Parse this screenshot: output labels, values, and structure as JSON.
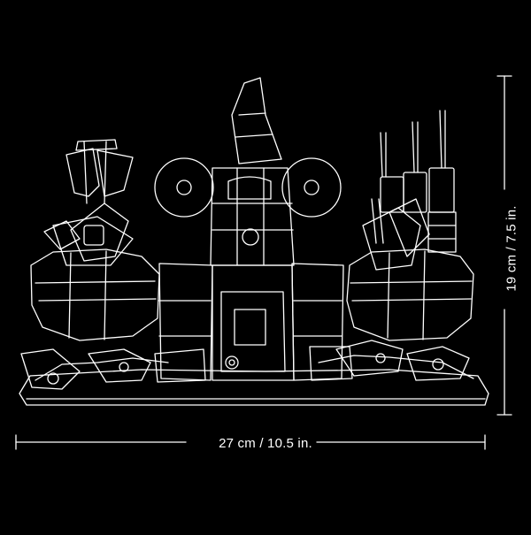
{
  "dimensions": {
    "width_label": "27 cm / 10.5 in.",
    "height_label": "19 cm / 7.5 in."
  },
  "colors": {
    "background": "#000000",
    "line": "#ffffff"
  },
  "illustration": {
    "subject": "line-art drawing of a brick-built display model with a large character figure at center, mechanical arms on left and right, and antenna towers on the right"
  }
}
